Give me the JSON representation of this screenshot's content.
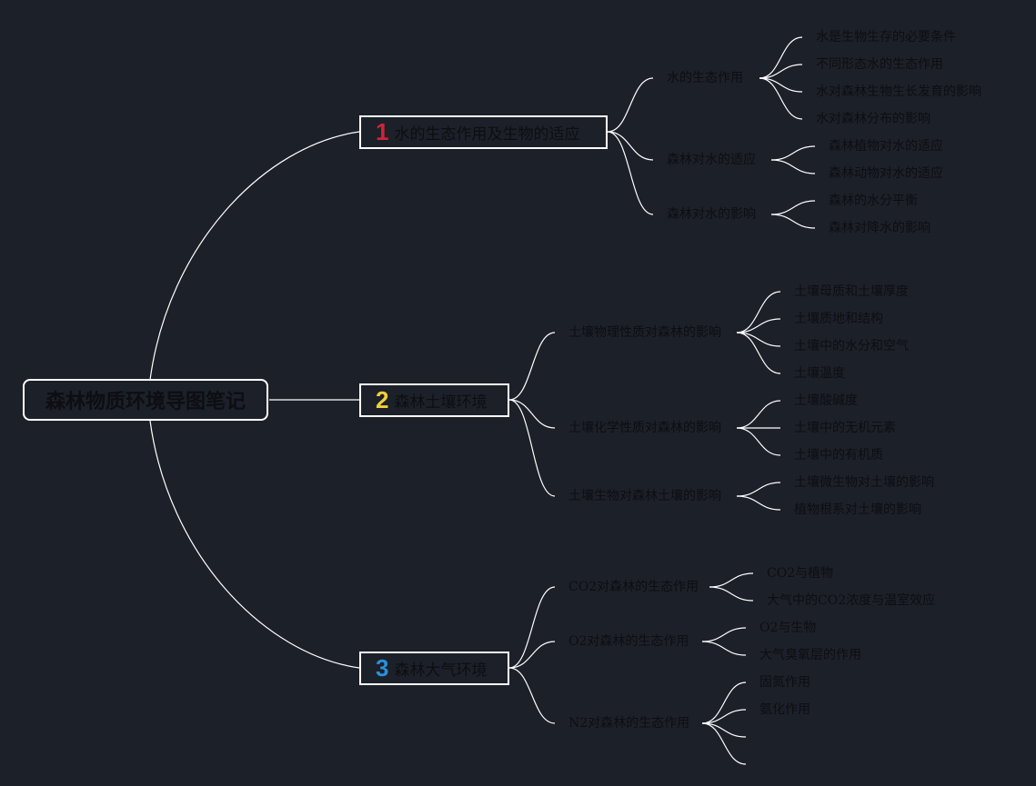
{
  "root": {
    "title": "森林物质环境导图笔记"
  },
  "branches": [
    {
      "number": "1",
      "color": "#d0233a",
      "title": "水的生态作用及生物的适应",
      "topics": [
        {
          "label": "水的生态作用",
          "items": [
            "水是生物生存的必要条件",
            "不同形态水的生态作用",
            "水对森林生物生长发育的影响",
            "水对森林分布的影响"
          ]
        },
        {
          "label": "森林对水的适应",
          "items": [
            "森林植物对水的适应",
            "森林动物对水的适应"
          ]
        },
        {
          "label": "森林对水的影响",
          "items": [
            "森林的水分平衡",
            "森林对降水的影响"
          ]
        }
      ]
    },
    {
      "number": "2",
      "color": "#f2cf3c",
      "title": "森林土壤环境",
      "topics": [
        {
          "label": "土壤物理性质对森林的影响",
          "items": [
            "土壤母质和土壤厚度",
            "土壤质地和结构",
            "土壤中的水分和空气",
            "土壤温度"
          ]
        },
        {
          "label": "土壤化学性质对森林的影响",
          "items": [
            "土壤酸碱度",
            "土壤中的无机元素",
            "土壤中的有机质"
          ]
        },
        {
          "label": "土壤生物对森林土壤的影响",
          "items": [
            "土壤微生物对土壤的影响",
            "植物根系对土壤的影响"
          ]
        }
      ]
    },
    {
      "number": "3",
      "color": "#2a8fd8",
      "title": "森林大气环境",
      "topics": [
        {
          "label": "CO2对森林的生态作用",
          "items": [
            "CO2与植物",
            "大气中的CO2浓度与温室效应"
          ]
        },
        {
          "label": "O2对森林的生态作用",
          "items": [
            "O2与生物",
            "大气臭氧层的作用"
          ]
        },
        {
          "label": "N2对森林的生态作用",
          "items": [
            "固氮作用",
            "氨化作用",
            "",
            ""
          ]
        }
      ]
    }
  ]
}
